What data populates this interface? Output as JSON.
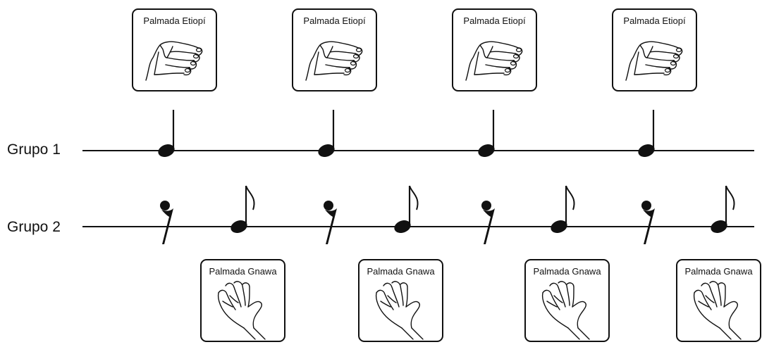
{
  "groups": [
    {
      "label": "Grupo 1"
    },
    {
      "label": "Grupo 2"
    }
  ],
  "cards": {
    "ethiopian_title": "Palmada Etiopí",
    "gnawa_title": "Palmada Gnawa",
    "ethiopian_icon": "hands-clap-flat-icon",
    "gnawa_icon": "hands-clap-cupped-icon"
  },
  "group1_notes": [
    "quarter-note",
    "quarter-note",
    "quarter-note",
    "quarter-note"
  ],
  "group2_pattern": [
    "eighth-rest",
    "eighth-note",
    "eighth-rest",
    "eighth-note",
    "eighth-rest",
    "eighth-note",
    "eighth-rest",
    "eighth-note"
  ]
}
